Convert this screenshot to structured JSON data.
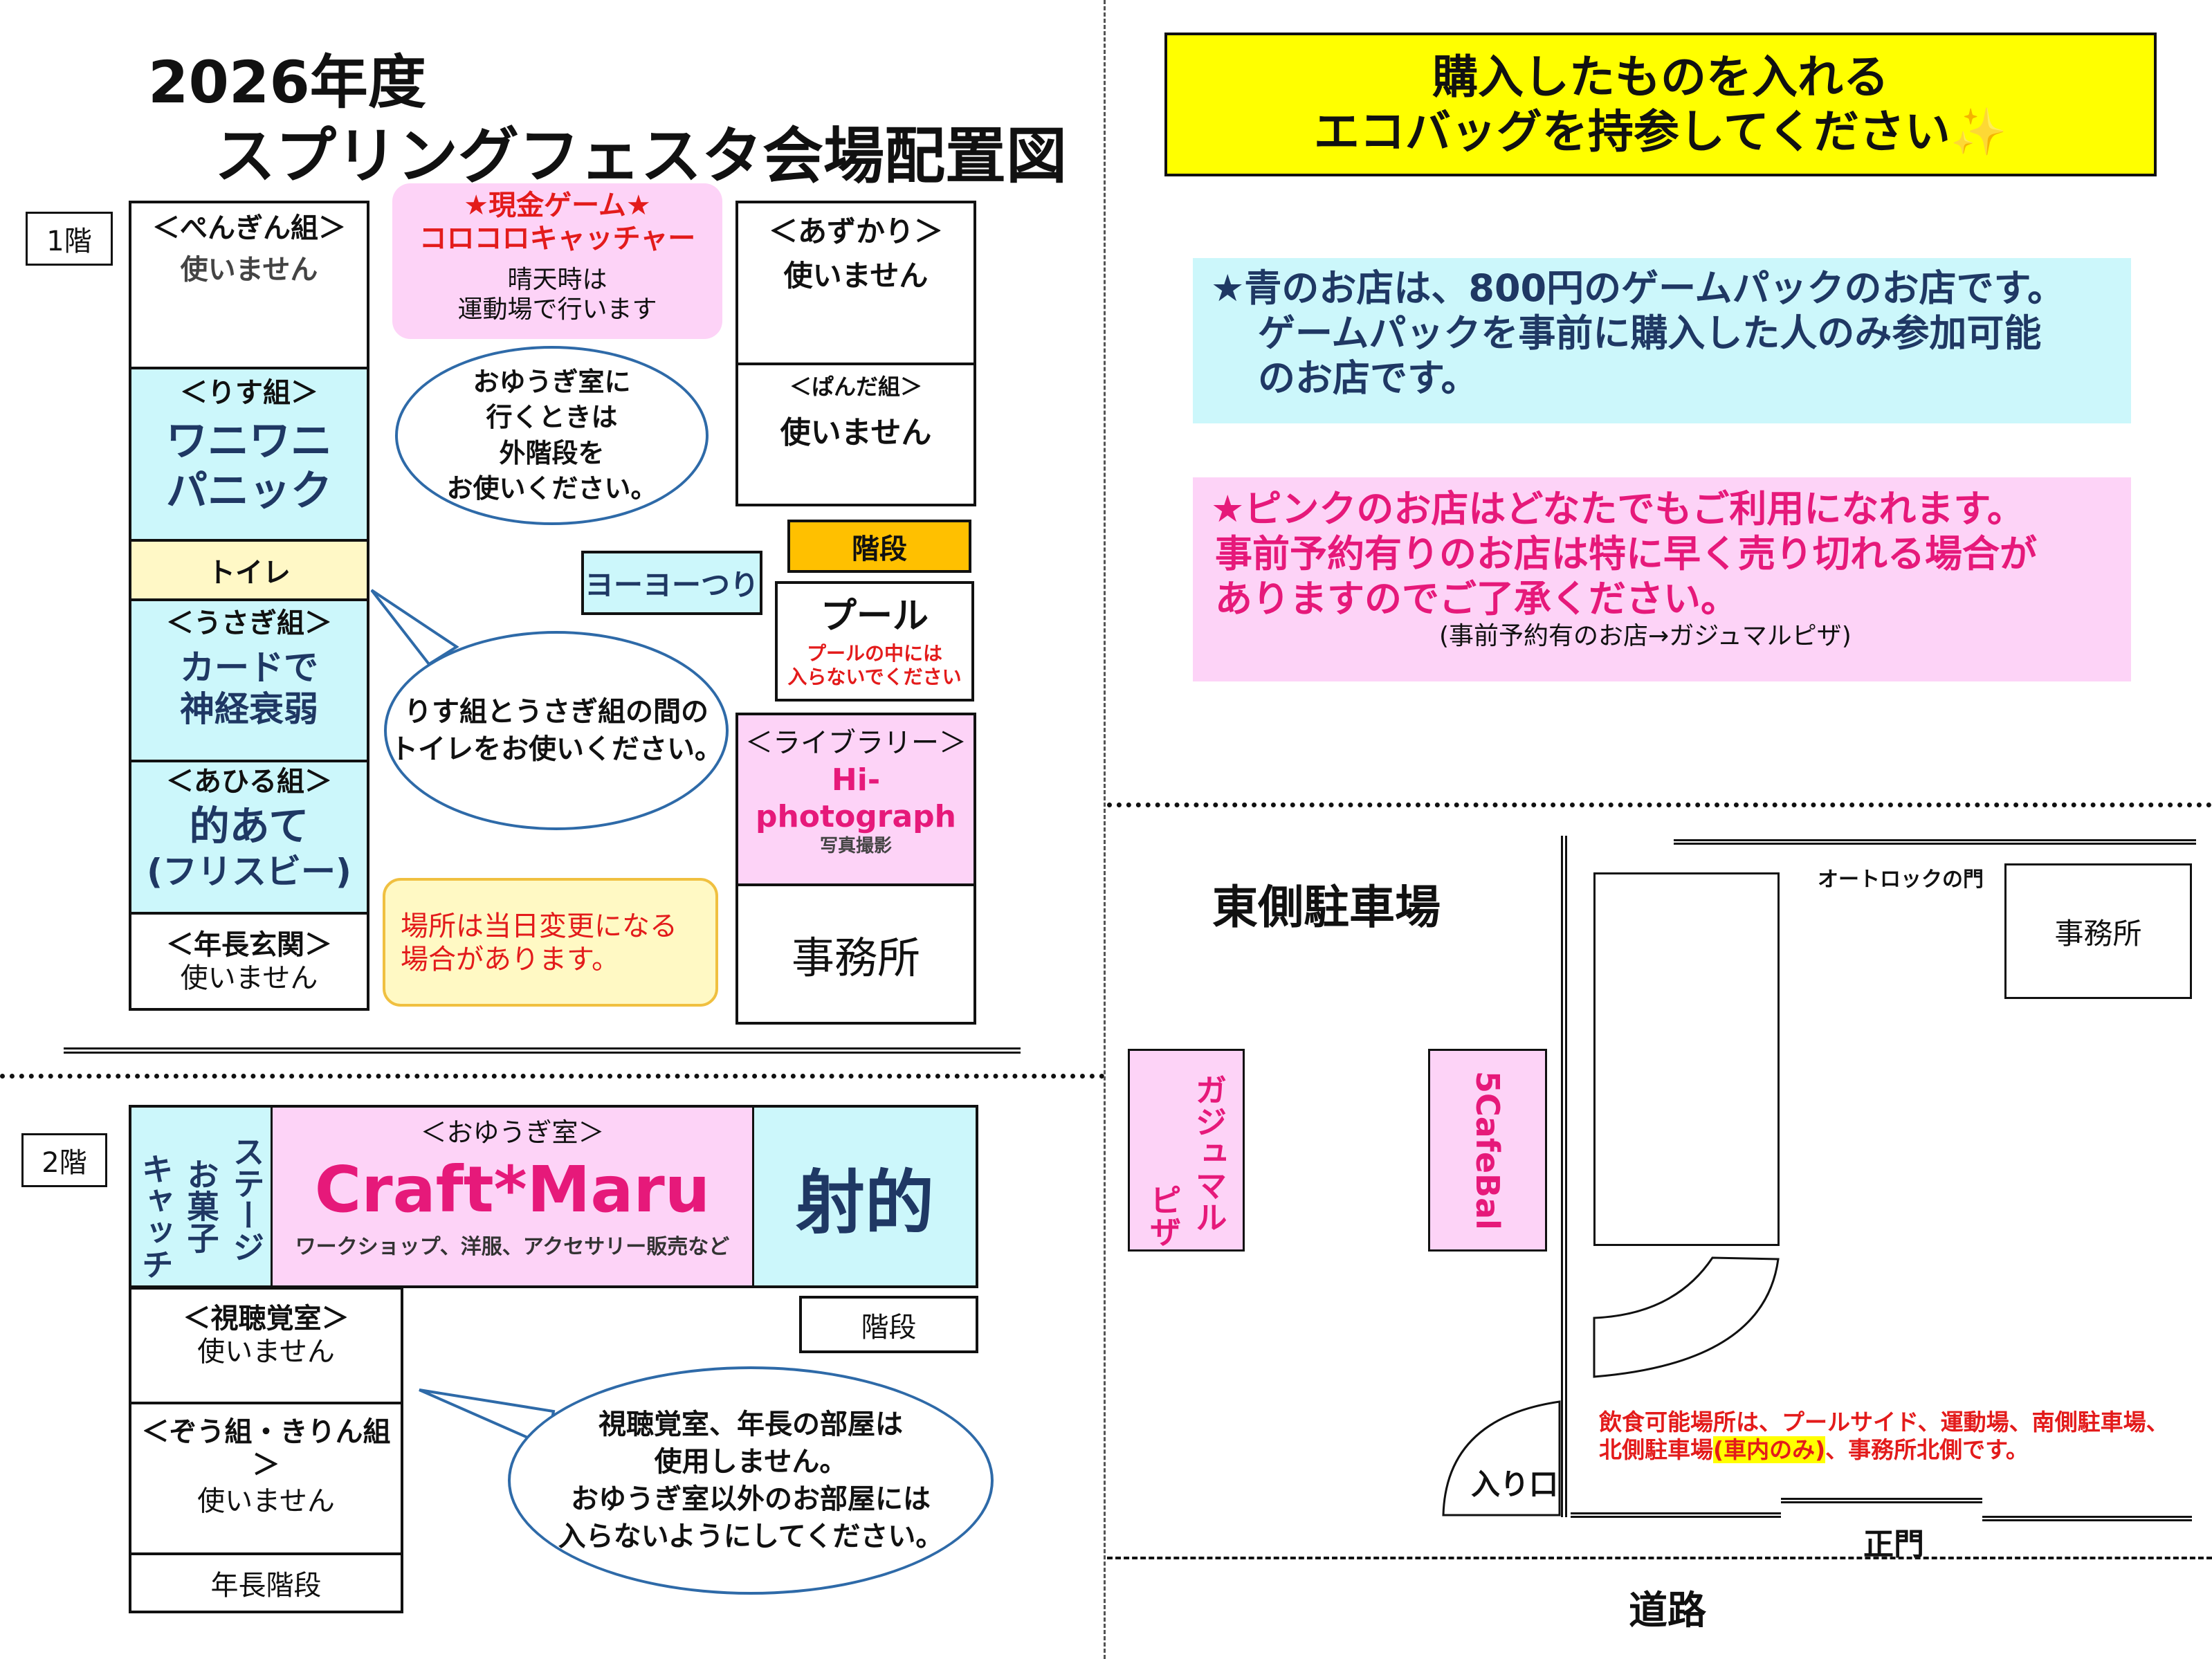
{
  "title": {
    "year": "2026年度",
    "name": "スプリングフェスタ会場配置図"
  },
  "floor1": {
    "label": "1階",
    "penguin": {
      "group": "＜ぺんぎん組＞",
      "status": "使いません"
    },
    "cash_game": {
      "title": "★現金ゲーム★",
      "name": "コロコロキャッチャー",
      "note1": "晴天時は",
      "note2": "運動場で行います"
    },
    "azukari": {
      "group": "＜あずかり＞",
      "status": "使いません"
    },
    "risu": {
      "group": "＜りす組＞",
      "name1": "ワニワニ",
      "name2": "パニック"
    },
    "playroom_note": [
      "おゆうぎ室に",
      "行くときは",
      "外階段を",
      "お使いください。"
    ],
    "panda": {
      "group": "＜ぱんだ組＞",
      "status": "使いません"
    },
    "toilet": "トイレ",
    "stairs": "階段",
    "yoyo": "ヨーヨーつり",
    "usagi": {
      "group": "＜うさぎ組＞",
      "name1": "カードで",
      "name2": "神経衰弱"
    },
    "pool": {
      "name": "プール",
      "note1": "プールの中には",
      "note2": "入らないでください"
    },
    "toilet_note": [
      "りす組とうさぎ組の間の",
      "トイレをお使いください。"
    ],
    "ahiru": {
      "group": "＜あひる組＞",
      "name1": "的あて",
      "name2": "(フリスビー)"
    },
    "library": {
      "group": "＜ライブラリー＞",
      "name1": "Hi-",
      "name2": "photograph",
      "sub": "写真撮影"
    },
    "change_note": [
      "場所は当日変更になる",
      "場合があります。"
    ],
    "nencho": {
      "group": "＜年長玄関＞",
      "status": "使いません"
    },
    "office": "事務所"
  },
  "floor2": {
    "label": "2階",
    "stage": {
      "line1": "ステージ",
      "line2": "お菓子",
      "line3": "キャッチ"
    },
    "playroom": {
      "label": "＜おゆうぎ室＞",
      "name": "Craft*Maru",
      "desc": "ワークショップ、洋服、アクセサリー販売など"
    },
    "shateki": "射的",
    "av_room": {
      "group": "＜視聴覚室＞",
      "status": "使いません"
    },
    "stairs": "階段",
    "zou": {
      "group": "＜ぞう組・きりん組＞",
      "status": "使いません"
    },
    "nencho_stairs": "年長階段",
    "note": [
      "視聴覚室、年長の部屋は",
      "使用しません。",
      "おゆうぎ室以外のお部屋には",
      "入らないようにしてください。"
    ]
  },
  "ecobag": {
    "line1": "購入したものを入れる",
    "line2": "エコバッグを持参してください",
    "icon": "sparkles-icon"
  },
  "blue_note": [
    "★青のお店は、800円のゲームパックのお店です。",
    "ゲームパックを事前に購入した人のみ参加可能",
    "のお店です。"
  ],
  "pink_note": [
    "★ピンクのお店はどなたでもご利用になれます。",
    "事前予約有りのお店は特に早く売り切れる場合が",
    "ありますのでご了承ください。",
    "(事前予約有のお店→ガジュマルピザ)"
  ],
  "map": {
    "east_parking": "東側駐車場",
    "autolock": "オートロックの門",
    "office": "事務所",
    "gajumaru1": "ガジュマル",
    "gajumaru2": "ピザ",
    "cafe": "5CafeBal",
    "entrance": "入り口",
    "eating_pre": "飲食可能場所は、プールサイド、運動場、南側駐車場、",
    "eating_l2a": "北側駐車場",
    "eating_hl": "(車内のみ)",
    "eating_l2b": "、事務所北側です。",
    "main_gate": "正門",
    "road": "道路"
  },
  "colors": {
    "cyan": "#ccf7fb",
    "pink": "#fdd3f7",
    "yellow": "#ffff00",
    "orange": "#ffc000",
    "accent_pink": "#e6197a",
    "navy": "#1f3864",
    "red": "#e31b1b"
  }
}
